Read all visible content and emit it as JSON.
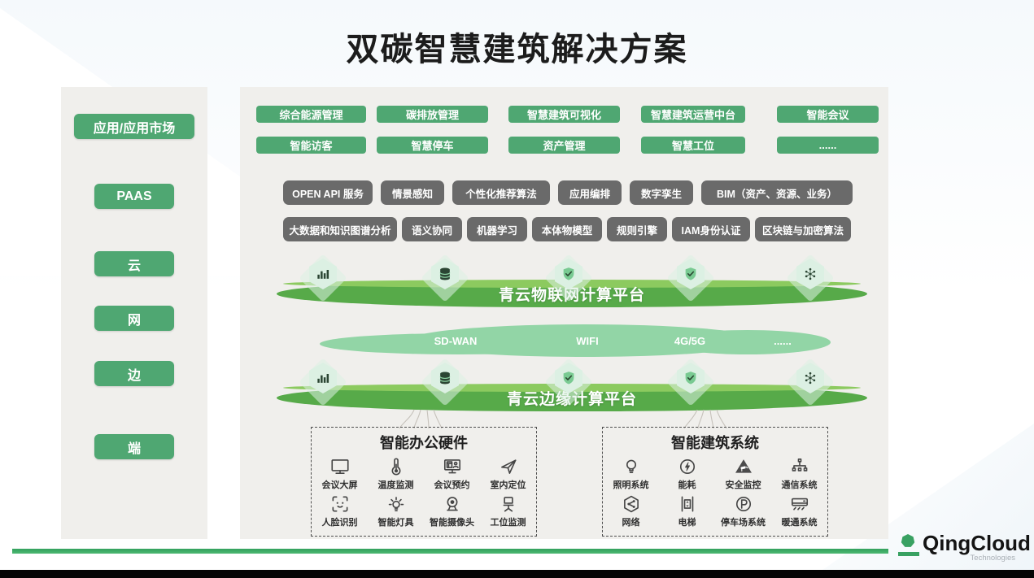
{
  "title": "双碳智慧建筑解决方案",
  "sidebar": {
    "items": [
      {
        "label": "应用/应用市场"
      },
      {
        "label": "PAAS"
      },
      {
        "label": "云"
      },
      {
        "label": "网"
      },
      {
        "label": "边"
      },
      {
        "label": "端"
      }
    ]
  },
  "app_layer": {
    "row1": [
      "综合能源管理",
      "碳排放管理",
      "智慧建筑可视化",
      "智慧建筑运营中台",
      "智能会议"
    ],
    "row2": [
      "智能访客",
      "智慧停车",
      "资产管理",
      "智慧工位",
      "......"
    ]
  },
  "paas_layer": {
    "row1": [
      "OPEN API 服务",
      "情景感知",
      "个性化推荐算法",
      "应用编排",
      "数字孪生",
      "BIM（资产、资源、业务）"
    ],
    "row2": [
      "大数据和知识图谱分析",
      "语义协同",
      "机器学习",
      "本体物模型",
      "规则引擎",
      "IAM身份认证",
      "区块链与加密算法"
    ]
  },
  "platforms": {
    "iot": {
      "label": "青云物联网计算平台",
      "icons": [
        "bar-chart-icon",
        "database-icon",
        "shield-check-icon",
        "shield-check-icon",
        "cluster-icon"
      ]
    },
    "edge": {
      "label": "青云边缘计算平台",
      "icons": [
        "bar-chart-icon",
        "database-icon",
        "shield-check-icon",
        "shield-check-icon",
        "cluster-icon"
      ]
    }
  },
  "network_layer": {
    "labels": [
      "SD-WAN",
      "WIFI",
      "4G/5G",
      "......"
    ]
  },
  "device_boxes": {
    "hardware": {
      "title": "智能办公硬件",
      "items": [
        {
          "label": "会议大屏",
          "icon": "monitor-icon"
        },
        {
          "label": "温度监测",
          "icon": "thermometer-icon"
        },
        {
          "label": "会议预约",
          "icon": "meeting-booking-icon"
        },
        {
          "label": "室内定位",
          "icon": "indoor-location-icon"
        },
        {
          "label": "人脸识别",
          "icon": "face-recognition-icon"
        },
        {
          "label": "智能灯具",
          "icon": "smart-light-icon"
        },
        {
          "label": "智能摄像头",
          "icon": "smart-camera-icon"
        },
        {
          "label": "工位监测",
          "icon": "workstation-monitor-icon"
        }
      ]
    },
    "building": {
      "title": "智能建筑系统",
      "items": [
        {
          "label": "照明系统",
          "icon": "lighting-system-icon"
        },
        {
          "label": "能耗",
          "icon": "energy-icon"
        },
        {
          "label": "安全监控",
          "icon": "security-monitor-icon"
        },
        {
          "label": "通信系统",
          "icon": "communication-system-icon"
        },
        {
          "label": "网络",
          "icon": "network-icon"
        },
        {
          "label": "电梯",
          "icon": "elevator-icon"
        },
        {
          "label": "停车场系统",
          "icon": "parking-icon"
        },
        {
          "label": "暖通系统",
          "icon": "hvac-icon"
        }
      ]
    }
  },
  "footer": {
    "brand": "QingCloud",
    "brand_sub": "Technologies"
  },
  "colors": {
    "button_green": "#4FA772",
    "platform_green": "#57AA49",
    "platform_highlight": "#8CCA5F",
    "cloud_green": "#92D5A6",
    "dark_button_gray": "#6A6A6A",
    "panel_gray": "#F0EFEC",
    "footer_line_green": "#3FAB67",
    "logo_green": "#39A162"
  }
}
